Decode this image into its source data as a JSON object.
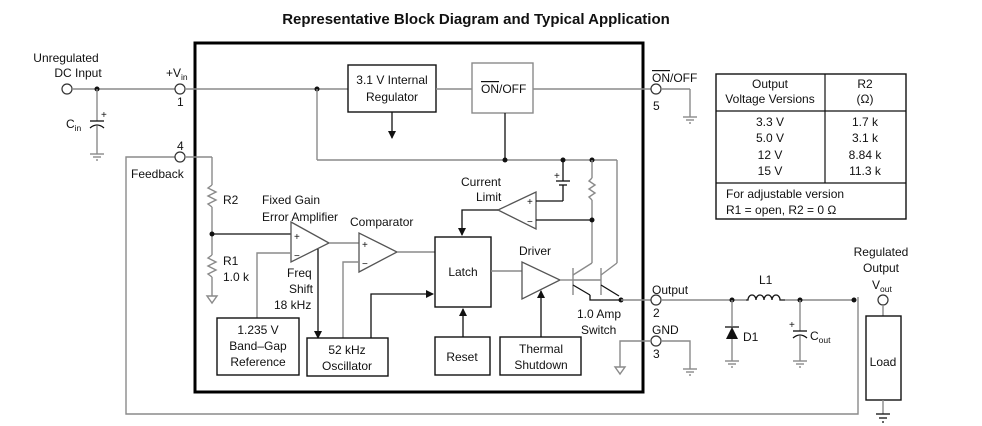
{
  "title": "Representative Block Diagram and Typical Application",
  "external": {
    "unregulated_line1": "Unregulated",
    "unregulated_line2": "DC Input",
    "cin": "C",
    "cin_sub": "in",
    "cin_plus": "+",
    "feedback": "Feedback",
    "vout_regulated": "Regulated",
    "vout_output": "Output",
    "vout": "V",
    "vout_sub": "out",
    "l1": "L1",
    "d1": "D1",
    "cout": "C",
    "cout_sub": "out",
    "cout_plus": "+",
    "load": "Load"
  },
  "pins": {
    "vin_label": "+V",
    "vin_sub": "in",
    "vin_num": "1",
    "feedback_num": "4",
    "onoff_label_over": "ON",
    "onoff_label_rest": "/OFF",
    "onoff_num": "5",
    "output_label": "Output",
    "output_num": "2",
    "gnd_label": "GND",
    "gnd_num": "3"
  },
  "blocks": {
    "regulator_line1": "3.1 V Internal",
    "regulator_line2": "Regulator",
    "onoff_over": "ON",
    "onoff_rest": "/OFF",
    "current_limit_line1": "Current",
    "current_limit_line2": "Limit",
    "r2": "R2",
    "r1": "R1",
    "r1_value": "1.0 k",
    "error_amp_line1": "Fixed Gain",
    "error_amp_line2": "Error Amplifier",
    "comparator": "Comparator",
    "freq_line1": "Freq",
    "freq_line2": "Shift",
    "freq_line3": "18 kHz",
    "latch": "Latch",
    "driver": "Driver",
    "switch_line1": "1.0 Amp",
    "switch_line2": "Switch",
    "bandgap_line1": "1.235 V",
    "bandgap_line2": "Band–Gap",
    "bandgap_line3": "Reference",
    "oscillator_line1": "52 kHz",
    "oscillator_line2": "Oscillator",
    "reset": "Reset",
    "thermal_line1": "Thermal",
    "thermal_line2": "Shutdown",
    "plus": "+",
    "minus": "−"
  },
  "table": {
    "header_col1_line1": "Output",
    "header_col1_line2": "Voltage Versions",
    "header_col2_line1": "R2",
    "header_col2_line2": "(Ω)",
    "rows": [
      {
        "voltage": "3.3 V",
        "r2": "1.7 k"
      },
      {
        "voltage": "5.0 V",
        "r2": "3.1 k"
      },
      {
        "voltage": "12 V",
        "r2": "8.84 k"
      },
      {
        "voltage": "15 V",
        "r2": "11.3 k"
      }
    ],
    "footer_line1": "For adjustable version",
    "footer_line2": "R1 = open, R2 = 0 Ω"
  }
}
